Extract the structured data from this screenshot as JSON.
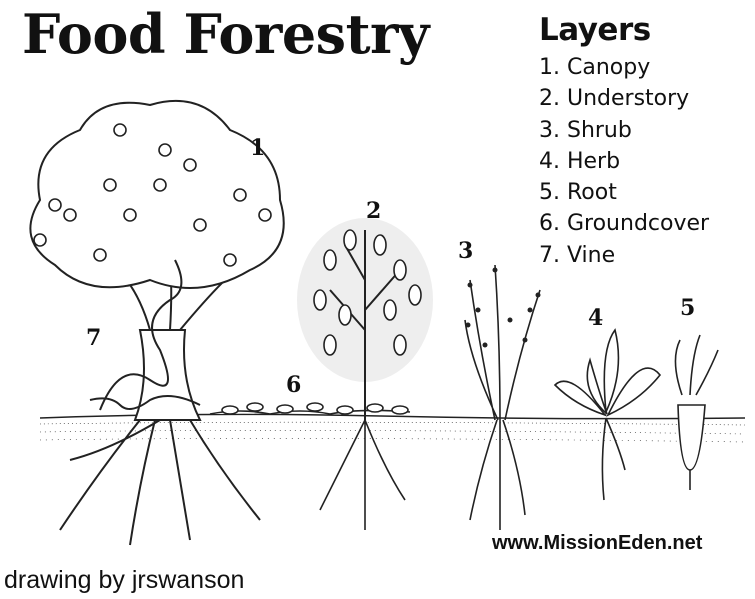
{
  "title": "Food Forestry",
  "legend": {
    "heading": "Layers",
    "items": [
      "1. Canopy",
      "2. Understory",
      "3. Shrub",
      "4. Herb",
      "5. Root",
      "6. Groundcover",
      "7. Vine"
    ]
  },
  "numbers": [
    "1",
    "2",
    "3",
    "4",
    "5",
    "6",
    "7"
  ],
  "website": "www.MissionEden.net",
  "credit": "drawing by jrswanson"
}
